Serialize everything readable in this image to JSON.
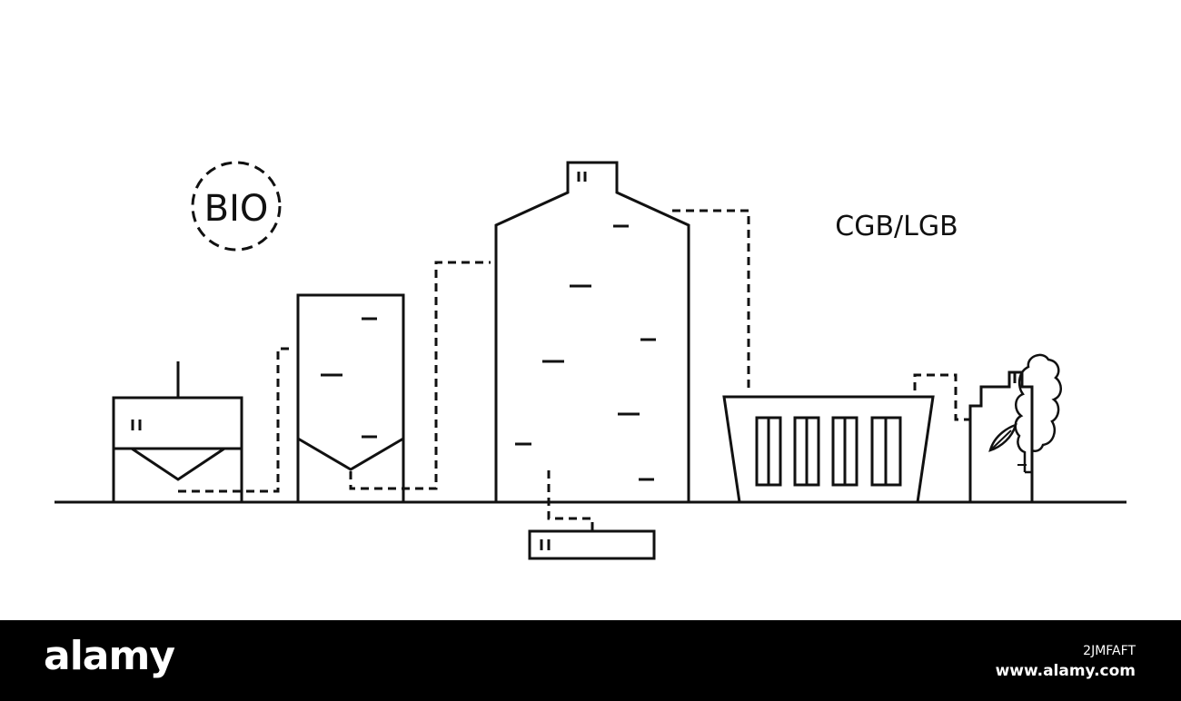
{
  "labels": {
    "bio": "BIO",
    "cgb_lgb": "CGB/LGB"
  },
  "footer": {
    "logo": "alamy",
    "image_id": "2JMFAFT",
    "site": "www.alamy.com"
  },
  "colors": {
    "line": "#111111",
    "background": "#ffffff",
    "footer_background": "#000000",
    "footer_text": "#ffffff"
  },
  "icons": [
    "leaf-icon",
    "tree-icon"
  ]
}
